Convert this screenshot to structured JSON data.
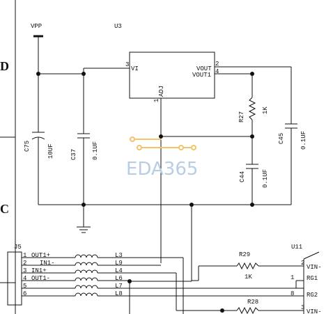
{
  "border_letters": [
    "D",
    "C"
  ],
  "vpp_label": "VPP",
  "u3": {
    "ref": "U3",
    "pin_vi": "VI",
    "pin_vi_num": "3",
    "pin_vout": "VOUT",
    "pin_vout_num": "2",
    "pin_vout1": "VOUT1",
    "pin_vout1_num": "4",
    "pin_adj": "ADJ",
    "pin_adj_num": "1"
  },
  "c75": {
    "ref": "C75",
    "value": "10UF"
  },
  "c37": {
    "ref": "C37",
    "value": "0.1UF"
  },
  "r27": {
    "ref": "R27",
    "value": "1K"
  },
  "c45": {
    "ref": "C45",
    "value": "0.1UF"
  },
  "c44": {
    "ref": "C44",
    "value": "0.1UF"
  },
  "watermark": "EDA365",
  "j5": {
    "ref": "J5",
    "pins": [
      {
        "num": "1",
        "name": "OUT1+"
      },
      {
        "num": "2",
        "name": "IN1-"
      },
      {
        "num": "3",
        "name": "IN1+"
      },
      {
        "num": "4",
        "name": "OUT1-"
      },
      {
        "num": "5",
        "name": ""
      },
      {
        "num": "6",
        "name": ""
      }
    ]
  },
  "inductors": [
    "L3",
    "L9",
    "L4",
    "L6",
    "L7",
    "L8"
  ],
  "r29": {
    "ref": "R29",
    "value": "1K"
  },
  "r28": {
    "ref": "R28"
  },
  "u11": {
    "ref": "U11",
    "pins": [
      {
        "num": "2",
        "name": "VIN-"
      },
      {
        "num": "1",
        "name": "RG1"
      },
      {
        "num": "8",
        "name": "RG2"
      },
      {
        "num": "3",
        "name": "VIN-"
      }
    ]
  }
}
